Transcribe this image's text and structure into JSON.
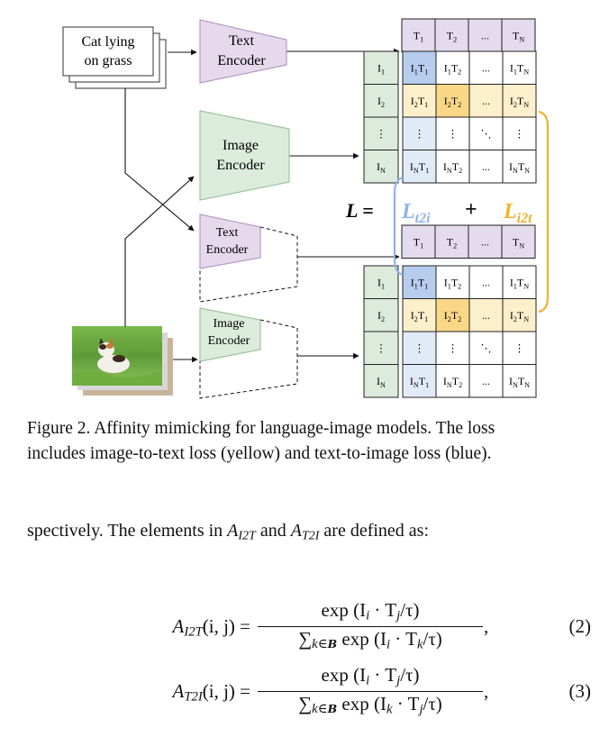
{
  "figure": {
    "text_input": [
      "Cat lying",
      "on grass"
    ],
    "teacher_text_encoder": [
      "Text",
      "Encoder"
    ],
    "teacher_image_encoder": [
      "Image",
      "Encoder"
    ],
    "student_text_encoder": [
      "Text",
      "Encoder"
    ],
    "student_image_encoder": [
      "Image",
      "Encoder"
    ],
    "loss_label": "L =",
    "loss_t2i": "L",
    "loss_t2i_sub": "t2i",
    "plus": "+",
    "loss_i2t": "L",
    "loss_i2t_sub": "i2t",
    "col_headers": [
      "T1",
      "T2",
      "...",
      "TN"
    ],
    "row_headers": [
      "I1",
      "I2",
      "⋮",
      "IN"
    ],
    "matrix": [
      [
        "I1T1",
        "I1T2",
        "...",
        "I1TN"
      ],
      [
        "I2T1",
        "I2T2",
        "...",
        "I2TN"
      ],
      [
        "⋮",
        "⋮",
        "⋱",
        "⋮"
      ],
      [
        "INT1",
        "INT2",
        "...",
        "INTN"
      ]
    ],
    "colors": {
      "text_encoder": "#e6d9ec",
      "text_encoder_border": "#b79ac4",
      "image_encoder": "#dcecdc",
      "image_encoder_border": "#9cc49c",
      "header_bg": "#e5dbee",
      "row_bg": "#dcebdc",
      "blue_strong": "#b7cdee",
      "blue_light": "#e1ebf8",
      "yellow_strong": "#f9d787",
      "yellow_light": "#fcefcb",
      "loss_blue": "#8fb3e8",
      "loss_yellow": "#f1b12b"
    }
  },
  "caption": {
    "line1": "Figure 2. Affinity mimicking for language-image models. The loss",
    "line2": "includes image-to-text loss (yellow) and text-to-image loss (blue)."
  },
  "body_text": {
    "before": "spectively. The elements in ",
    "a1": "A",
    "a1_sub": "I2T",
    "and": " and ",
    "a2": "A",
    "a2_sub": "T2I",
    "after": " are defined as:"
  },
  "equations": [
    {
      "lhs_sym": "A",
      "lhs_sub": "I2T",
      "lhs_args": "(i, j) =",
      "numerator": "exp (I",
      "num_sub1": "i",
      "num_mid": " · T",
      "num_sub2": "j",
      "num_end": "/τ)",
      "den_sum": "∑",
      "den_sum_sub": "k∈",
      "den_cal": "B",
      "den_body": " exp (I",
      "den_sub1": "i",
      "den_mid": " · T",
      "den_sub2": "k",
      "den_end": "/τ)",
      "number": "(2)"
    },
    {
      "lhs_sym": "A",
      "lhs_sub": "T2I",
      "lhs_args": "(i, j) =",
      "numerator": "exp (I",
      "num_sub1": "i",
      "num_mid": " · T",
      "num_sub2": "j",
      "num_end": "/τ)",
      "den_sum": "∑",
      "den_sum_sub": "k∈",
      "den_cal": "B",
      "den_body": " exp (I",
      "den_sub1": "k",
      "den_mid": " · T",
      "den_sub2": "j",
      "den_end": "/τ)",
      "number": "(3)"
    }
  ]
}
